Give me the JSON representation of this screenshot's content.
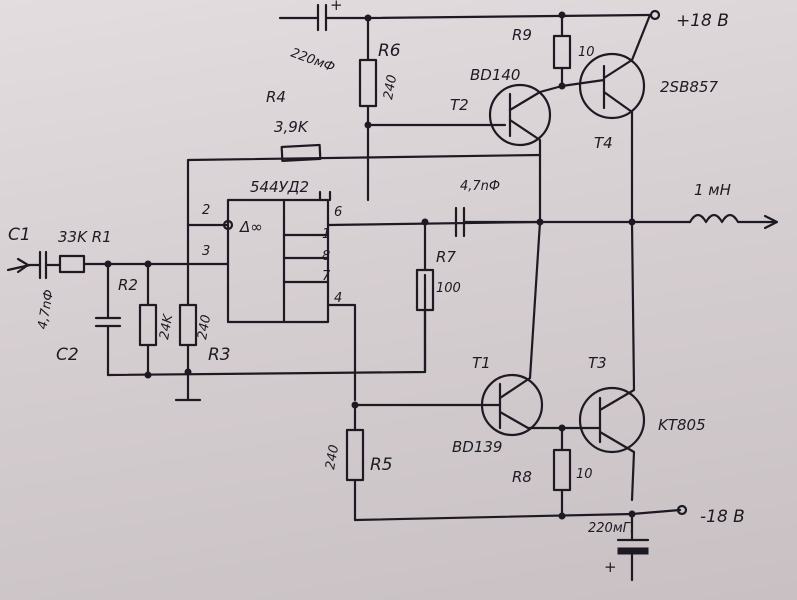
{
  "labels": {
    "c1": "C1",
    "r1": "33K R1",
    "c2": "C2",
    "c2_value": "4,7nФ",
    "r2": "R2",
    "r2_value": "24K",
    "r3": "R3",
    "r3_value": "240",
    "r4": "R4",
    "r4_value": "3,9K",
    "r5": "R5",
    "r5_value": "240",
    "r6": "R6",
    "r6_value": "240",
    "r7": "R7",
    "r7_value": "100",
    "r8": "R8",
    "r8_value": "10",
    "r9": "R9",
    "r9_value": "10",
    "opamp": "544УД2",
    "opamp_symbol": "Δ∞",
    "pin2": "2",
    "pin3": "3",
    "pin4": "4",
    "pin6": "6",
    "pin7": "7",
    "pin1": "1",
    "pin8": "8",
    "cap_top": "220мФ",
    "cap_top_plus": "+",
    "cap_mid": "4,7nФ",
    "cap_bottom": "220мГ.",
    "cap_bottom_plus": "+",
    "t1": "T1",
    "t1_type": "BD139",
    "t2": "T2",
    "t2_type": "BD140",
    "t3": "T3",
    "t3_type": "KT805",
    "t4": "T4",
    "t4_type": "2SB857",
    "inductor": "1 мН",
    "supply_pos": "+18 B",
    "supply_neg": "-18 B"
  }
}
